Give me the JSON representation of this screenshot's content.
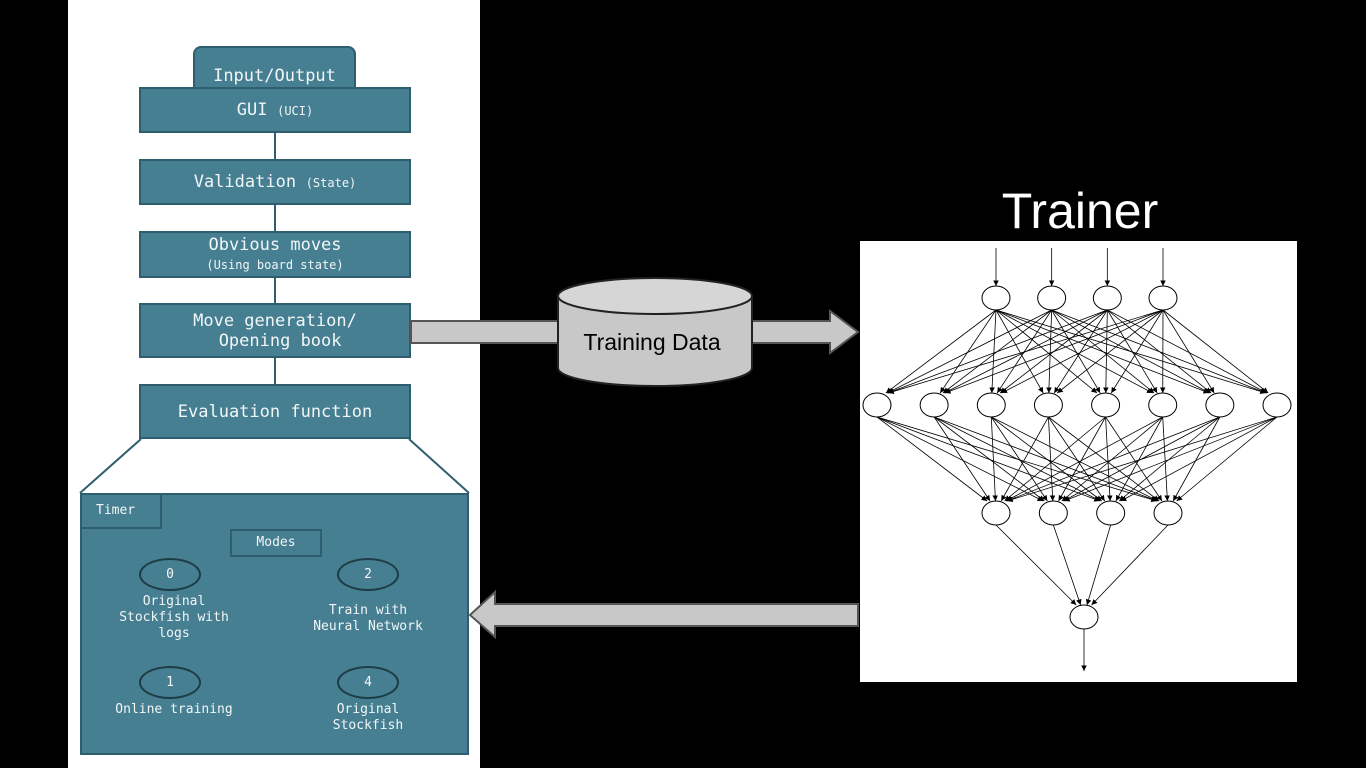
{
  "io_tab": {
    "label": "Input/Output"
  },
  "pipeline": [
    {
      "id": "gui",
      "main": "GUI",
      "sub": "(UCI)"
    },
    {
      "id": "validation",
      "main": "Validation",
      "sub": "(State)"
    },
    {
      "id": "obvious",
      "main": "Obvious moves",
      "sub": "(Using board state)"
    },
    {
      "id": "movegen",
      "main": "Move generation/\n Opening book",
      "sub": ""
    },
    {
      "id": "eval",
      "main": "Evaluation function",
      "sub": ""
    }
  ],
  "modes_panel": {
    "timer_label": "Timer",
    "modes_label": "Modes",
    "modes": [
      {
        "number": "0",
        "caption": "Original\nStockfish with\nlogs"
      },
      {
        "number": "2",
        "caption": "Train with\nNeural Network"
      },
      {
        "number": "1",
        "caption": "Online training"
      },
      {
        "number": "4",
        "caption": "Original\nStockfish"
      }
    ]
  },
  "database": {
    "label": "Training Data"
  },
  "trainer": {
    "title": "Trainer"
  },
  "network": {
    "layers": [
      4,
      8,
      4,
      1
    ]
  },
  "colors": {
    "box_fill": "#457f91",
    "box_border": "#2f5f6e",
    "arrow_fill": "#c8c8c8",
    "background": "#000000"
  }
}
